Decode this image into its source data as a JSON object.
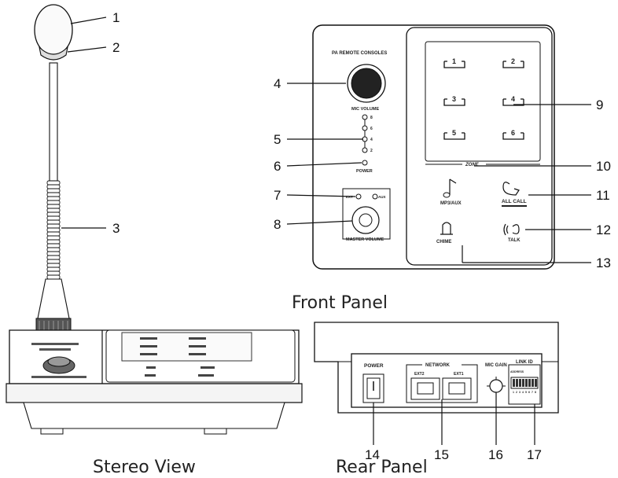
{
  "captions": {
    "front": "Front Panel",
    "stereo": "Stereo View",
    "rear": "Rear Panel"
  },
  "callouts": [
    "1",
    "2",
    "3",
    "4",
    "5",
    "6",
    "7",
    "8",
    "9",
    "10",
    "11",
    "12",
    "13",
    "14",
    "15",
    "16",
    "17"
  ],
  "front_panel": {
    "title": "PA REMOTE CONSOLES",
    "mic_volume": "MIC VOLUME",
    "level_marks": [
      "8",
      "6",
      "4",
      "2"
    ],
    "power": "POWER",
    "input_ext": "EXT",
    "input_aux": "AUX",
    "master_volume": "MASTER VOLUME",
    "zones": [
      "1",
      "2",
      "3",
      "4",
      "5",
      "6"
    ],
    "zone_label": "ZONE",
    "btn_mp3": "MP3/AUX",
    "btn_allcall": "ALL CALL",
    "btn_chime": "CHIME",
    "btn_talk": "TALK"
  },
  "rear_panel": {
    "power": "POWER",
    "network": "NETWORK",
    "ext2": "EXT2",
    "ext1": "EXT1",
    "mic_gain": "MIC GAIN",
    "link_id": "LINK ID",
    "address": "ADDRESS",
    "dip_numbers": [
      "1",
      "2",
      "3",
      "4",
      "5",
      "6",
      "7",
      "8"
    ]
  }
}
